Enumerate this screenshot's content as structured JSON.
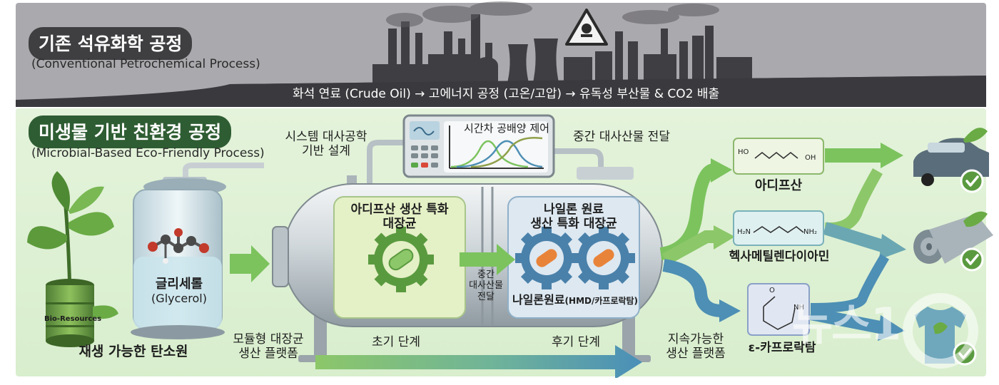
{
  "conventional": {
    "title_ko": "기존 석유화학 공정",
    "title_en": "(Conventional Petrochemical Process)",
    "flow": "화석 연료 (Crude Oil) → 고에너지 공정 (고온/고압) → 유독성 부산물 & CO2 배출",
    "colors": {
      "band": "#a9a8ac",
      "ridge": "#3b3b3f",
      "pill": "#3f3f42"
    }
  },
  "microbial": {
    "title_ko": "미생물 기반 친환경 공정",
    "title_en": "(Microbial-Based Eco-Friendly Process)",
    "colors": {
      "band": "#dff1d6",
      "pill": "#2f5d33",
      "arrow_green": "#7cc35e",
      "arrow_blue": "#4d8fb5"
    }
  },
  "labels": {
    "systems_design": "시스템 대사공학\n기반 설계",
    "controller_title": "시간차 공배양 제어",
    "intermediate_transfer_top": "중간 대사산물 전달",
    "glycerol_ko": "글리세롤",
    "glycerol_en": "(Glycerol)",
    "bio_resources": "Bio-Resources",
    "renewable_carbon": "재생 가능한 탄소원",
    "adipic_strain": "아디프산 생산 특화\n대장균",
    "nylon_strain": "나일론 원료\n생산 특화 대장균",
    "intermediate_transfer_mid": "중간\n대사산물\n전달",
    "nylon_raw": "나일론원료",
    "nylon_raw_detail": "(HMD/카프로락탐)",
    "modular_platform": "모듈형 대장균\n생산 플랫폼",
    "early_stage": "초기 단계",
    "late_stage": "후기 단계",
    "sustainable_platform": "지속가능한\n생산 플랫폼",
    "adipic_acid": "아디프산",
    "hmd": "헥사메틸렌다이아민",
    "caprolactam": "ε-카프로락탐",
    "chem_ho": "HO",
    "chem_oh": "OH",
    "chem_h2n": "H₂N",
    "chem_nh2": "NH₂",
    "chem_nh": "NH",
    "chem_o": "O"
  },
  "watermark": "뉴스1"
}
